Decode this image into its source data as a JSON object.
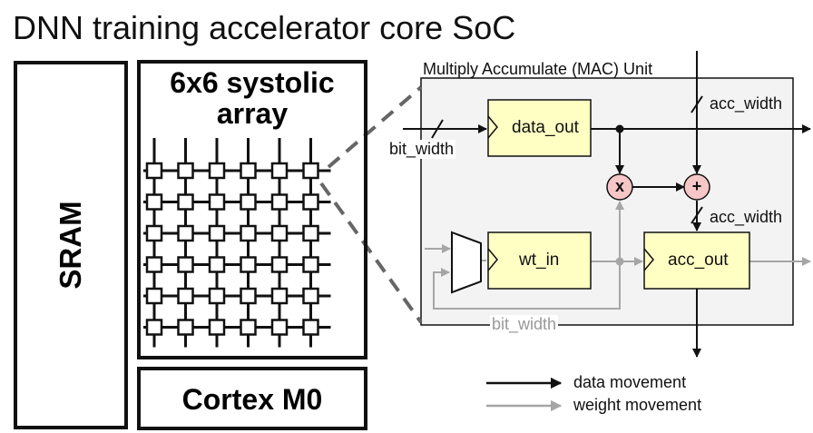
{
  "title": "DNN training accelerator core SoC",
  "blocks": {
    "sram": "SRAM",
    "array_line1": "6x6 systolic",
    "array_line2": "array",
    "cortex": "Cortex M0"
  },
  "array_grid": {
    "rows": 6,
    "cols": 6
  },
  "mac": {
    "title": "Multiply Accumulate (MAC) Unit",
    "registers": {
      "data": "data_out",
      "weight": "wt_in",
      "acc": "acc_out"
    },
    "ops": {
      "multiply": "x",
      "add": "+"
    },
    "width_labels": {
      "input_bit_width": "bit_width",
      "top_acc_width": "acc_width",
      "mid_acc_width": "acc_width",
      "feedback_bit_width": "bit_width"
    }
  },
  "legend": [
    {
      "label": "data movement",
      "color": "#000000"
    },
    {
      "label": "weight movement",
      "color": "#a6a6a6"
    }
  ],
  "colors": {
    "register_fill": "#ffffc4",
    "op_fill": "#f7c6c6",
    "mac_panel_fill": "#f3f3f3",
    "weight_path": "#a6a6a6",
    "zoom_dash": "#666666"
  }
}
